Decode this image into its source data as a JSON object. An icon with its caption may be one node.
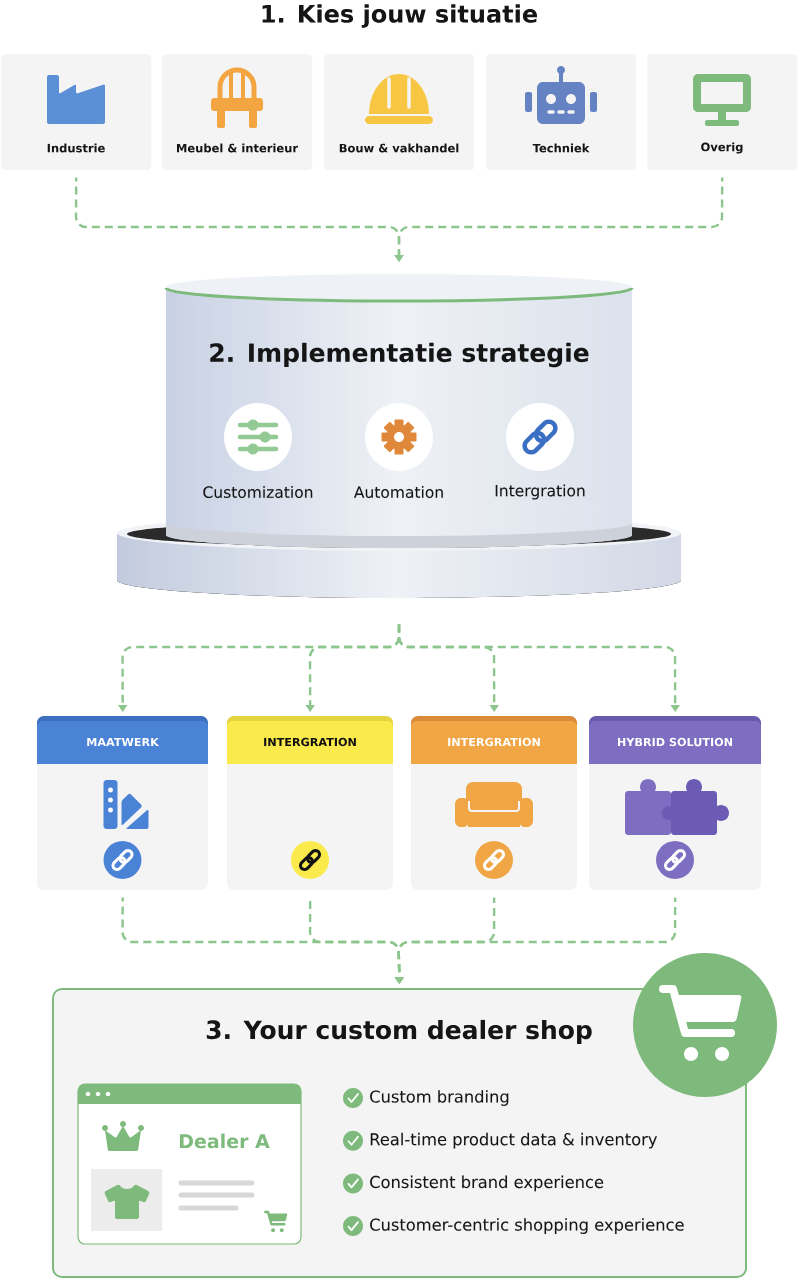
{
  "diagram": {
    "nodes": [
      {
        "text": [
          "Industrie"
        ]
      },
      {
        "text": [
          "Meubel & interieur"
        ]
      },
      {
        "text": [
          "Bouw & vakhandel"
        ]
      },
      {
        "text": [
          "Techniek"
        ]
      },
      {
        "text": [
          "Overig"
        ]
      },
      {
        "text": [
          "2. Implementatie strategie"
        ]
      },
      {
        "text": [
          "Customization"
        ],
        "in": 5
      },
      {
        "text": [
          "Automation"
        ],
        "in": 5
      },
      {
        "text": [
          "Intergration"
        ],
        "in": 5
      },
      {
        "text": [
          "MAATWERK"
        ]
      },
      {
        "text": [
          "INTERGRATION"
        ]
      },
      {
        "text": [
          "INTERGRATION"
        ]
      },
      {
        "text": [
          "HYBRID SOLUTION"
        ]
      },
      {
        "text": [
          "3. Your custom dealer shop"
        ]
      },
      {
        "text": [
          "Dealer A"
        ],
        "in": 13
      }
    ],
    "edges": [
      {
        "from": 0,
        "to": 5,
        "arrow": "to",
        "style": "dashed"
      },
      {
        "from": 4,
        "to": 5,
        "arrow": "to",
        "style": "dashed"
      },
      {
        "from": 5,
        "to": 9,
        "arrow": "to",
        "style": "dashed"
      },
      {
        "from": 5,
        "to": 10,
        "arrow": "to",
        "style": "dashed"
      },
      {
        "from": 5,
        "to": 11,
        "arrow": "to",
        "style": "dashed"
      },
      {
        "from": 5,
        "to": 12,
        "arrow": "to",
        "style": "dashed"
      },
      {
        "from": 9,
        "to": 13,
        "arrow": "to",
        "style": "dashed"
      },
      {
        "from": 10,
        "to": 13,
        "arrow": "to",
        "style": "dashed"
      },
      {
        "from": 11,
        "to": 13,
        "arrow": "to",
        "style": "dashed"
      },
      {
        "from": 12,
        "to": 13,
        "arrow": "to",
        "style": "dashed"
      }
    ],
    "labels": [
      "1. Kies jouw situatie",
      "Custom branding",
      "Real-time product data & inventory",
      "Consistent brand experience",
      "Customer-centric shopping experience"
    ]
  }
}
